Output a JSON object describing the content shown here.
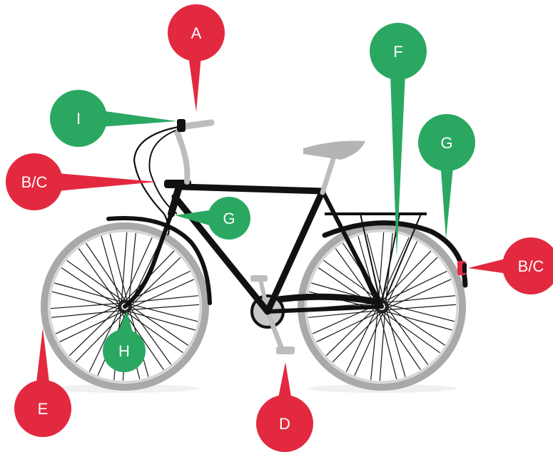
{
  "colors": {
    "red": "#e3293f",
    "green": "#2aa862",
    "frame": "#111111",
    "tyre": "#a9a9a9",
    "parts": "#bdbdbd"
  },
  "pins": [
    {
      "id": "pin-a",
      "label": "A",
      "color": "red",
      "part": "bell"
    },
    {
      "id": "pin-i",
      "label": "I",
      "color": "green",
      "part": "handlebar grip"
    },
    {
      "id": "pin-bc-front",
      "label": "B/C",
      "color": "red",
      "part": "front light"
    },
    {
      "id": "pin-g-front",
      "label": "G",
      "color": "green",
      "part": "front reflector"
    },
    {
      "id": "pin-f",
      "label": "F",
      "color": "green",
      "part": "rear carrier"
    },
    {
      "id": "pin-g-rear",
      "label": "G",
      "color": "green",
      "part": "rear reflector"
    },
    {
      "id": "pin-bc-rear",
      "label": "B/C",
      "color": "red",
      "part": "rear light"
    },
    {
      "id": "pin-e",
      "label": "E",
      "color": "red",
      "part": "front tyre"
    },
    {
      "id": "pin-h",
      "label": "H",
      "color": "green",
      "part": "front hub"
    },
    {
      "id": "pin-d",
      "label": "D",
      "color": "red",
      "part": "pedal"
    }
  ]
}
